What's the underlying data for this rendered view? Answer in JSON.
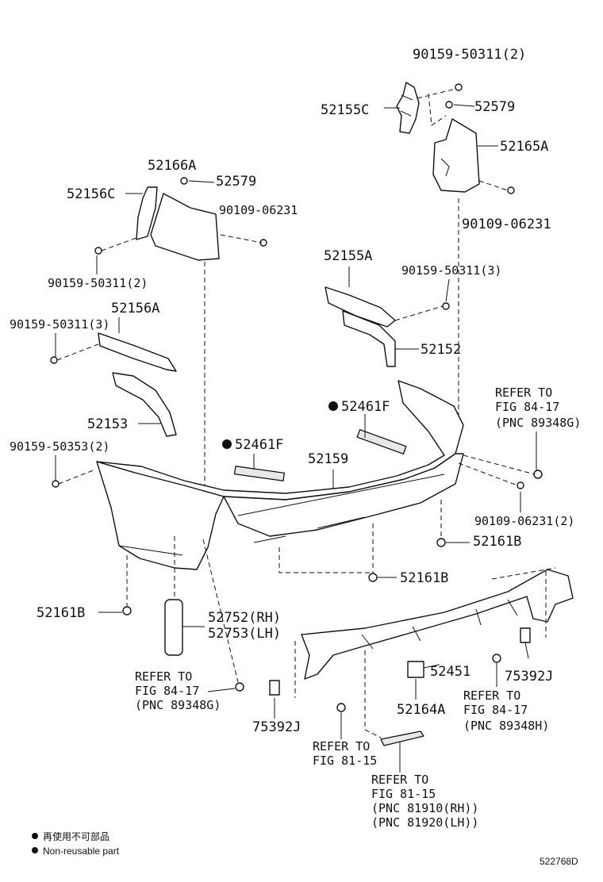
{
  "labels": {
    "p90159_50311_2_top": "90159-50311(2)",
    "p52155C": "52155C",
    "p52579_top": "52579",
    "p52165A": "52165A",
    "p90109_06231_right": "90109-06231",
    "p52166A": "52166A",
    "p52579_left": "52579",
    "p52156C": "52156C",
    "p90109_06231_left": "90109-06231",
    "p90159_50311_2_left": "90159-50311(2)",
    "p52155A": "52155A",
    "p90159_50311_3_right": "90159-50311(3)",
    "p52156A": "52156A",
    "p90159_50311_3_left": "90159-50311(3)",
    "p52152": "52152",
    "refer_right_1": "REFER TO",
    "refer_right_2": "FIG 84-17",
    "refer_right_3": "(PNC 89348G)",
    "p52461F_right": "52461F",
    "p52153": "52153",
    "p90159_50353_2": "90159-50353(2)",
    "p52461F_left": "52461F",
    "p52159": "52159",
    "p90109_06231_2": "90109-06231(2)",
    "p52161B_right": "52161B",
    "p52161B_mid": "52161B",
    "p52161B_left": "52161B",
    "p52752": "52752(RH)",
    "p52753": "52753(LH)",
    "p52451": "52451",
    "p75392J_right": "75392J",
    "refer_left_1": "REFER TO",
    "refer_left_2": "FIG 84-17",
    "refer_left_3": "(PNC 89348G)",
    "refer_mid_r_1": "REFER TO",
    "refer_mid_r_2": "FIG 84-17",
    "refer_mid_r_3": "(PNC 89348H)",
    "p52164A": "52164A",
    "p75392J_left": "75392J",
    "refer_815_1": "REFER TO",
    "refer_815_2": "FIG 81-15",
    "refer_815b_1": "REFER TO",
    "refer_815b_2": "FIG 81-15",
    "refer_815b_3": "(PNC 81910(RH))",
    "refer_815b_4": "(PNC 81920(LH))"
  },
  "legend": {
    "jp": "再使用不可部品",
    "en": "Non-reusable part"
  },
  "figure_id": "522768D"
}
